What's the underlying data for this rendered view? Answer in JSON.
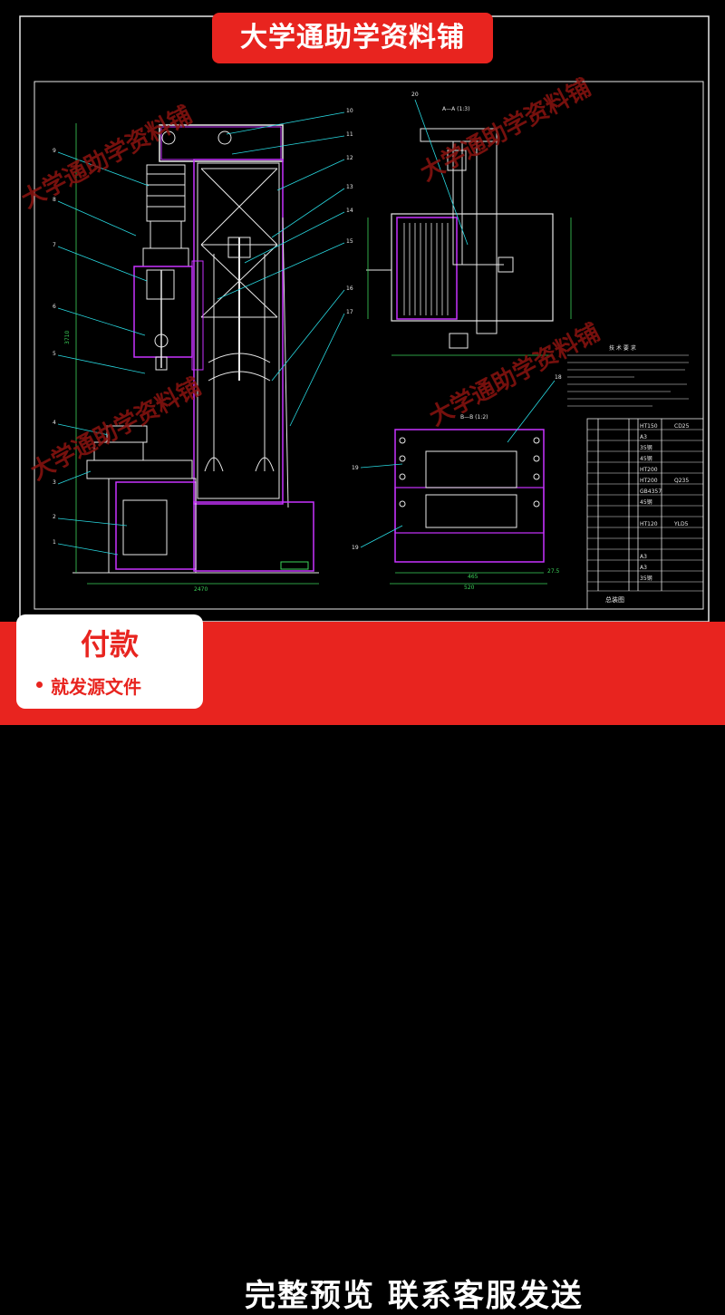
{
  "banner": {
    "title": "大学通助学资料铺"
  },
  "watermark": {
    "text": "大学通助学资料铺"
  },
  "drawing": {
    "section_aa": "A—A (1:3)",
    "section_bb": "B—B (1:2)",
    "notes_title": "技 术 要 求",
    "callouts_left": [
      "9",
      "8",
      "7",
      "6",
      "5",
      "4",
      "3",
      "2",
      "1"
    ],
    "callouts_right": [
      "10",
      "11",
      "12",
      "13",
      "14",
      "15",
      "16",
      "17"
    ],
    "callouts_side": [
      "20",
      "19",
      "18",
      "19"
    ],
    "dimensions": {
      "width_total": "2470",
      "height_total": "3710",
      "aa_width": "465",
      "bb_width": "520",
      "bb_side": "27.5"
    },
    "title_block": {
      "drawing_name": "总装图",
      "rows": [
        "HT150",
        "A3",
        "35钢",
        "45钢",
        "HT200",
        "HT200",
        "GB4357",
        "45钢",
        "HT120",
        "A3",
        "A3",
        "35钢"
      ],
      "codes": [
        "CD25",
        "Q235",
        "YLD5"
      ]
    }
  },
  "footer": {
    "pay_title": "付款",
    "pay_sub": "就发源文件",
    "promo": "完整预览  联系客服发送"
  },
  "colors": {
    "accent": "#e8241f",
    "cad_magenta": "#c832ff",
    "cad_cyan": "#28d8e0",
    "cad_green": "#3cd35a",
    "cad_white": "#e8e8e8"
  }
}
